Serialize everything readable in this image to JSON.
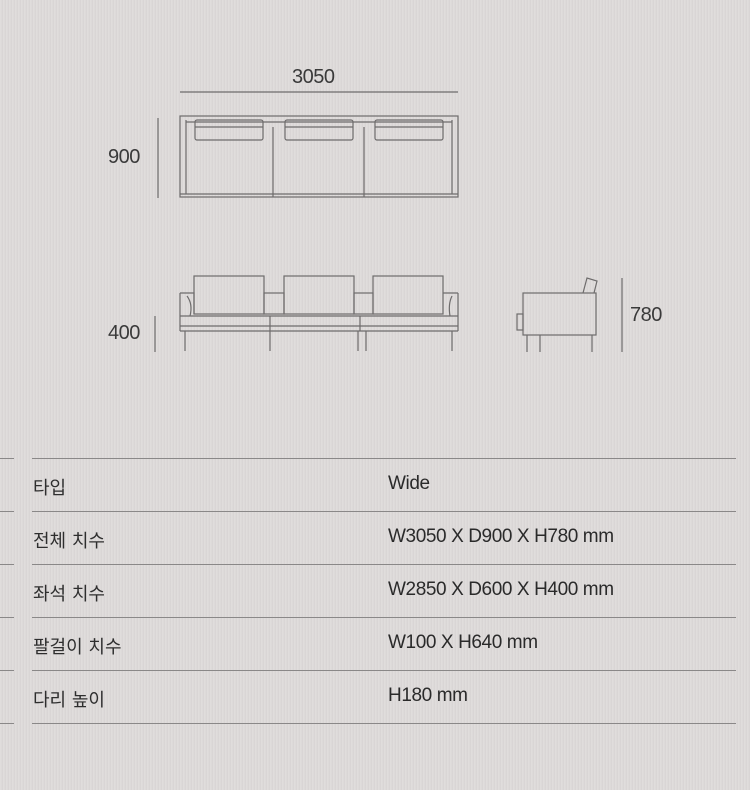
{
  "diagram": {
    "top_view": {
      "width_label": "3050",
      "depth_label": "900"
    },
    "front_view": {
      "seat_height_label": "400"
    },
    "side_view": {
      "total_height_label": "780"
    },
    "line_color": "#6e6c6c"
  },
  "specs": {
    "rows": [
      {
        "label": "타입",
        "value": "Wide"
      },
      {
        "label": "전체 치수",
        "value": "W3050 X D900 X H780 mm"
      },
      {
        "label": "좌석 치수",
        "value": "W2850 X D600 X H400 mm"
      },
      {
        "label": "팔걸이 치수",
        "value": "W100 X H640 mm"
      },
      {
        "label": "다리 높이",
        "value": "H180 mm"
      }
    ]
  }
}
